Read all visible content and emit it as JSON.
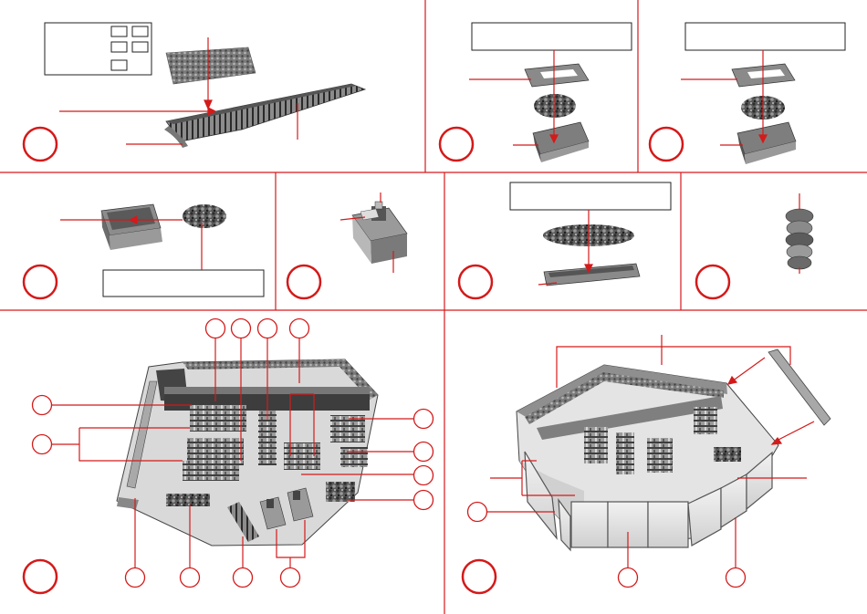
{
  "sheet": {
    "rule_color": "#d7191c",
    "step_circle_color": "#d41a1a",
    "callout_color": "#d41a1a",
    "part_gray": "#8a8a8a",
    "label_box_color": "#222222"
  },
  "panels": [
    {
      "key": "step-1",
      "subject": "flooring-strip-with-track"
    },
    {
      "key": "step-2",
      "subject": "planter-box-with-foliage"
    },
    {
      "key": "step-3",
      "subject": "planter-box-with-foliage"
    },
    {
      "key": "step-4",
      "subject": "open-box-with-foliage"
    },
    {
      "key": "step-5",
      "subject": "counter-with-register"
    },
    {
      "key": "step-6",
      "subject": "trough-with-foliage"
    },
    {
      "key": "step-7",
      "subject": "stacked-rings"
    },
    {
      "key": "step-8",
      "subject": "hexagonal-shop-interior"
    },
    {
      "key": "step-9",
      "subject": "hexagonal-shop-exterior"
    }
  ]
}
